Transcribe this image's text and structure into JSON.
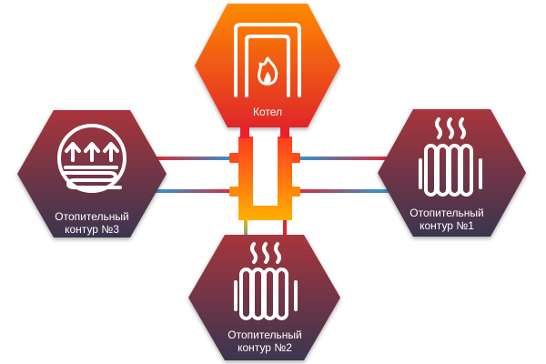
{
  "boiler": {
    "label": "Котел"
  },
  "circuits": [
    {
      "line1": "Отопительный",
      "line2": "контур  №1"
    },
    {
      "line1": "Отопительный",
      "line2": "контур  №2"
    },
    {
      "line1": "Отопительный",
      "line2": "контур  №3"
    }
  ],
  "colors": {
    "boiler_top": "#ff8a00",
    "boiler_bottom": "#e0262a",
    "circuit_top": "#a8353c",
    "circuit_bottom": "#3b3650",
    "hot_pipe": "#e8222c",
    "cold_pipe": "#1fa2e0",
    "manifold_top": "#ff3a1f",
    "manifold_bottom": "#ffb000"
  },
  "icons": {
    "boiler": "flame-furnace-icon",
    "circuit_1": "radiator-icon",
    "circuit_2": "radiator-icon",
    "circuit_3": "underfloor-heating-icon"
  }
}
